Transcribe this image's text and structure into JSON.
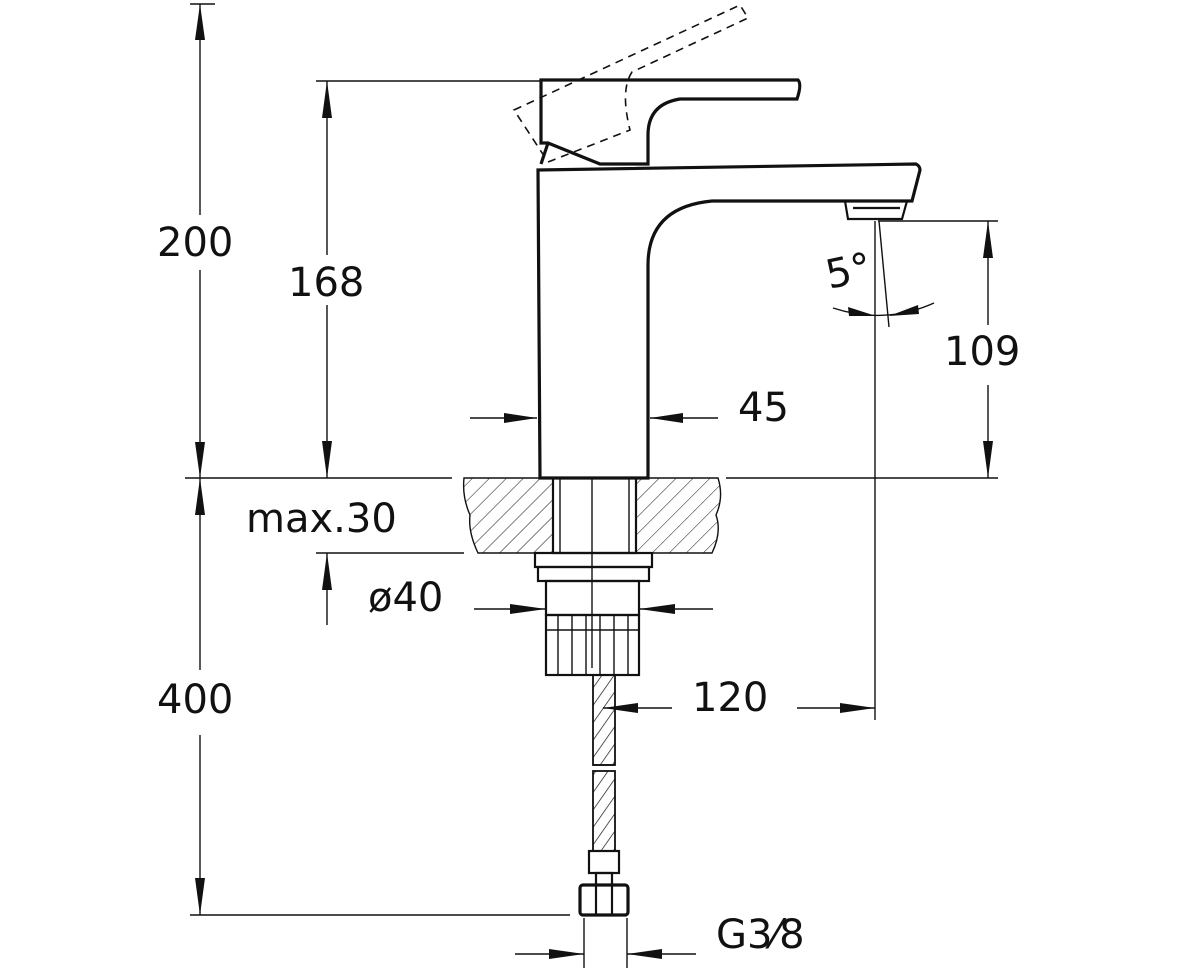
{
  "dimensions": {
    "overall_height": "200",
    "spout_body_height": "168",
    "outlet_height": "109",
    "body_width": "45",
    "spout_angle": "5°",
    "max_deck_thickness": "max.30",
    "mounting_hole_diameter": "ø40",
    "spout_reach": "120",
    "hose_length": "400",
    "connection_thread": "G3⁄8"
  },
  "colors": {
    "line": "#111111",
    "background": "#ffffff"
  }
}
